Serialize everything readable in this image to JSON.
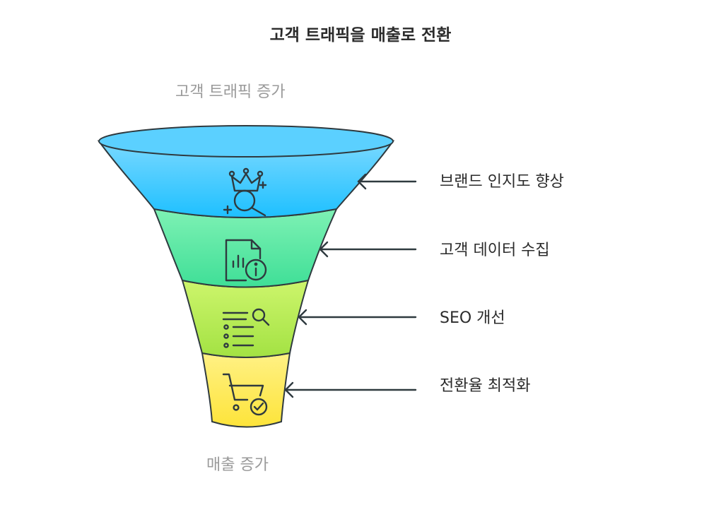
{
  "title": "고객 트래픽을 매출로 전환",
  "top_label": "고객 트래픽 증가",
  "bottom_label": "매출 증가",
  "stages": [
    {
      "label": "브랜드 인지도 향상",
      "icon": "crown-search-icon",
      "color_top": "#79d8ff",
      "color_bottom": "#1ec0ff"
    },
    {
      "label": "고객 데이터 수집",
      "icon": "document-info-icon",
      "color_top": "#7ef1b4",
      "color_bottom": "#3fdf97"
    },
    {
      "label": "SEO 개선",
      "icon": "list-search-icon",
      "color_top": "#cdf56c",
      "color_bottom": "#a3e243"
    },
    {
      "label": "전환율 최적화",
      "icon": "cart-check-icon",
      "color_top": "#fff185",
      "color_bottom": "#fde43a"
    }
  ]
}
